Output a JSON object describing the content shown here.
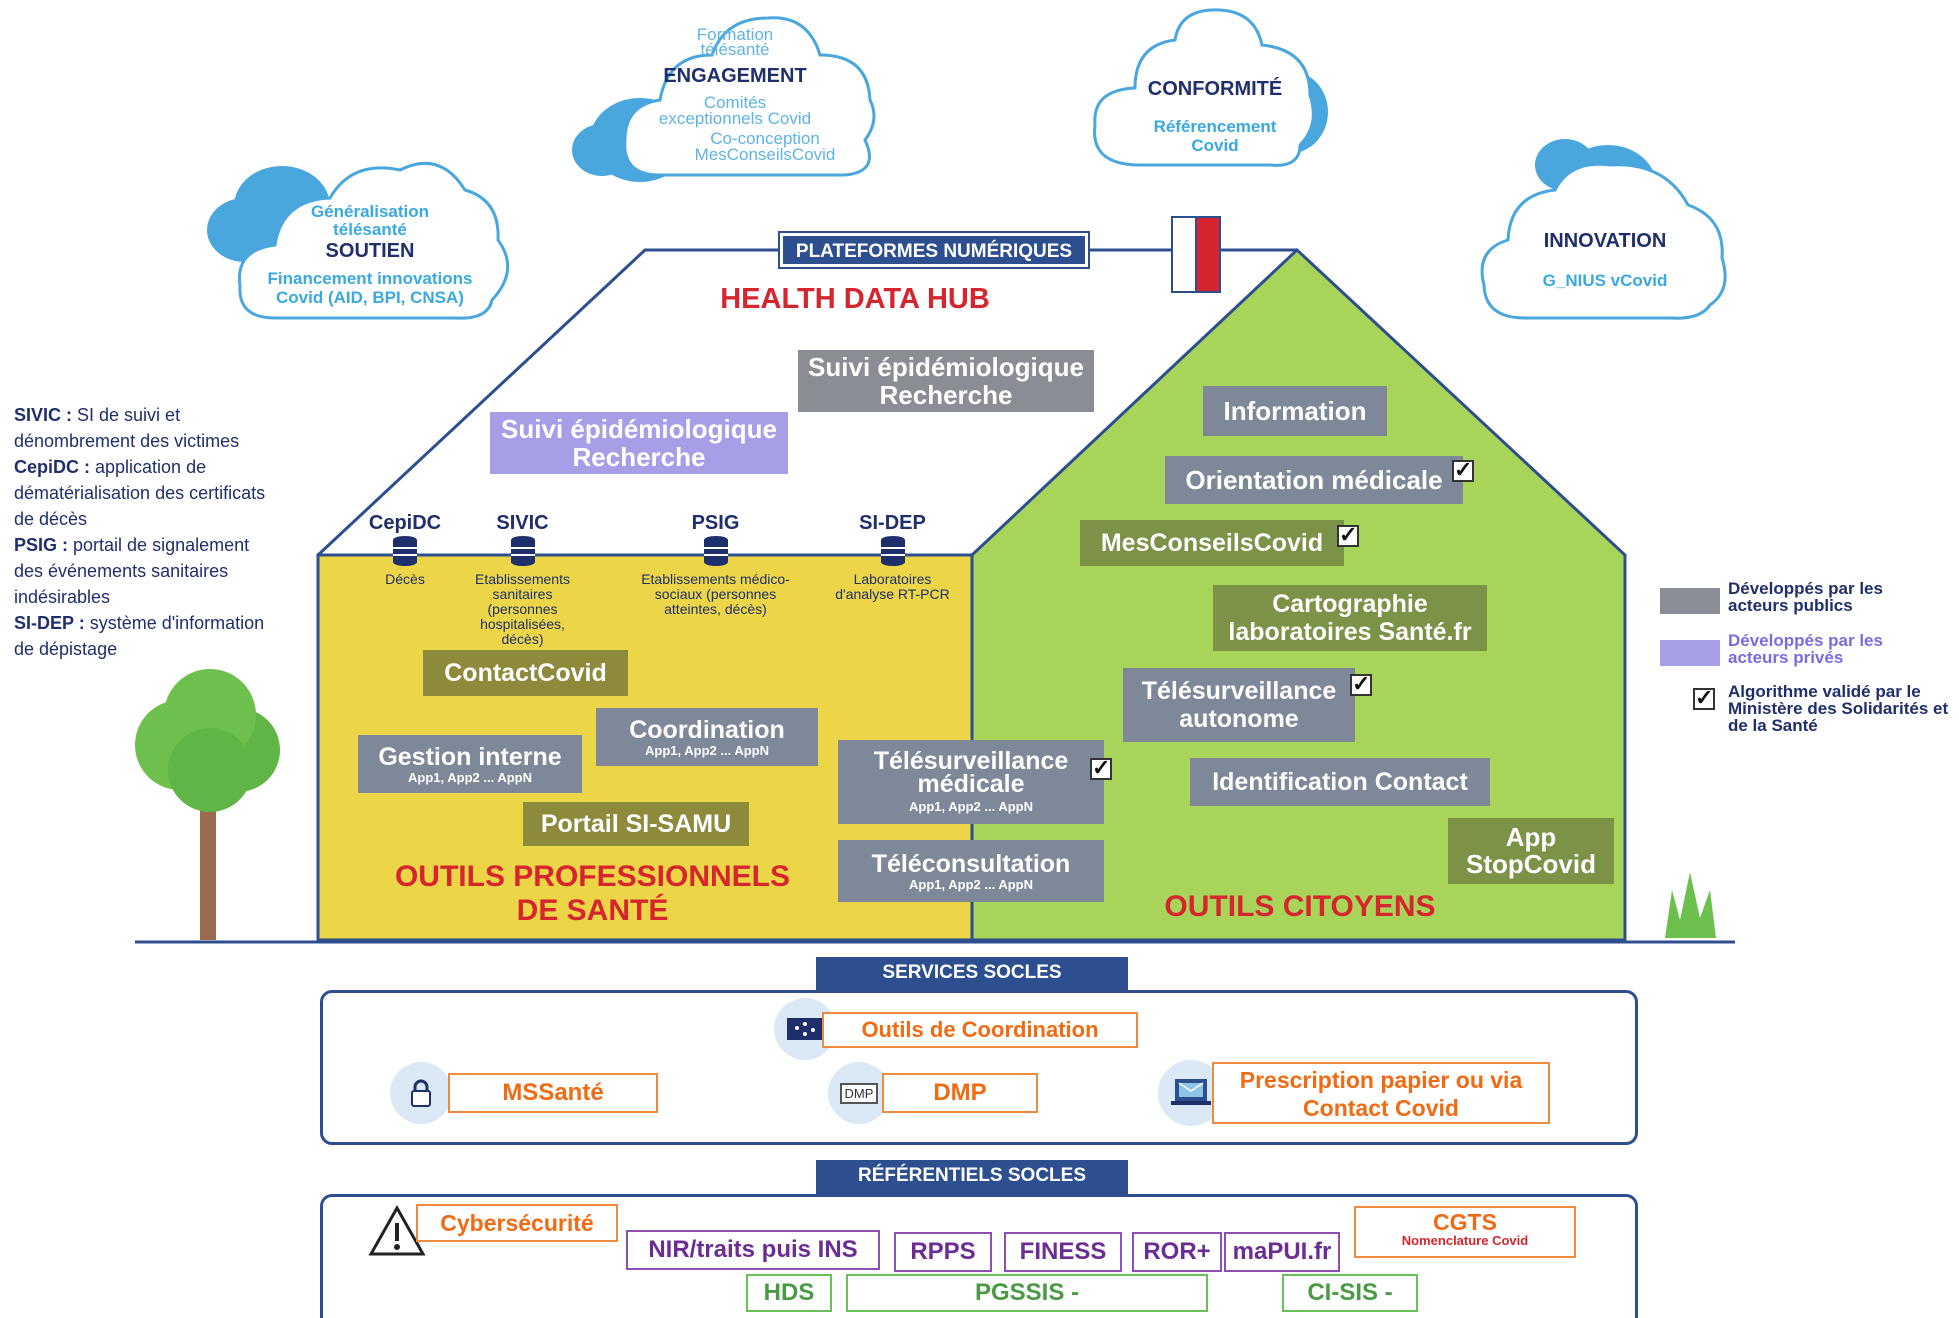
{
  "clouds": {
    "soutien": {
      "line1": "Généralisation",
      "line2": "télésanté",
      "title": "SOUTIEN",
      "line3": "Financement innovations",
      "line4": "Covid (AID, BPI, CNSA)"
    },
    "engagement": {
      "line1": "Formation",
      "line2": "télésanté",
      "title": "ENGAGEMENT",
      "line3": "Comités",
      "line4": "exceptionnels Covid",
      "line5": "Co-conception",
      "line6": "MesConseilsCovid"
    },
    "conformite": {
      "title": "CONFORMITÉ",
      "line1": "Référencement",
      "line2": "Covid"
    },
    "innovation": {
      "title": "INNOVATION",
      "line1": "G_NIUS vCovid"
    }
  },
  "house": {
    "roof_label": "PLATEFORMES NUMÉRIQUES",
    "hub_title": "HEALTH DATA HUB",
    "suivi_public": {
      "line1": "Suivi épidémiologique",
      "line2": "Recherche"
    },
    "suivi_prive": {
      "line1": "Suivi épidémiologique",
      "line2": "Recherche"
    },
    "databases": [
      {
        "name": "CepiDC",
        "desc": "Décès"
      },
      {
        "name": "SIVIC",
        "desc": "Etablissements sanitaires (personnes hospitalisées, décès)"
      },
      {
        "name": "PSIG",
        "desc": "Etablissements médico-sociaux (personnes atteintes, décès)"
      },
      {
        "name": "SI-DEP",
        "desc": "Laboratoires d'analyse RT-PCR"
      }
    ],
    "pro": {
      "contact_covid": "ContactCovid",
      "gestion": {
        "title": "Gestion interne",
        "sub": "App1, App2 ... AppN"
      },
      "coordination": {
        "title": "Coordination",
        "sub": "App1, App2 ... AppN"
      },
      "portail": "Portail SI-SAMU",
      "title_line1": "OUTILS PROFESSIONNELS",
      "title_line2": "DE SANTÉ"
    },
    "shared": {
      "telesurv_med": {
        "line1": "Télésurveillance",
        "line2": "médicale",
        "sub": "App1, App2 ... AppN"
      },
      "teleconsult": {
        "title": "Téléconsultation",
        "sub": "App1, App2 ... AppN"
      }
    },
    "citoyens": {
      "information": "Information",
      "orientation": "Orientation médicale",
      "mesconseils": "MesConseilsCovid",
      "cartographie": {
        "line1": "Cartographie",
        "line2": "laboratoires Santé.fr"
      },
      "telesurv_auto": {
        "line1": "Télésurveillance",
        "line2": "autonome"
      },
      "identification": "Identification Contact",
      "app": {
        "line1": "App",
        "line2": "StopCovid"
      },
      "title": "OUTILS CITOYENS"
    }
  },
  "definitions": [
    {
      "term": "SIVIC :",
      "text": " SI de suivi et"
    },
    {
      "term": "",
      "text": "dénombrement des victimes"
    },
    {
      "term": "CepiDC :",
      "text": " application de"
    },
    {
      "term": "",
      "text": "dématérialisation  des certificats"
    },
    {
      "term": "",
      "text": "de décès"
    },
    {
      "term": "PSIG :",
      "text": " portail de signalement"
    },
    {
      "term": "",
      "text": "des événements sanitaires"
    },
    {
      "term": "",
      "text": "indésirables"
    },
    {
      "term": "SI-DEP :",
      "text": " système d'information"
    },
    {
      "term": "",
      "text": "de dépistage"
    }
  ],
  "legend": {
    "public": {
      "line1": "Développés par les",
      "line2": "acteurs publics"
    },
    "private": {
      "line1": "Développés par les",
      "line2": "acteurs privés"
    },
    "validated": {
      "line1": "Algorithme validé par le",
      "line2": "Ministère des Solidarités et",
      "line3": "de la Santé"
    }
  },
  "services": {
    "title": "SERVICES SOCLES",
    "coordination": "Outils de Coordination",
    "mssante": "MSSanté",
    "dmp": "DMP",
    "dmp_icon_text": "DMP",
    "prescription": {
      "line1": "Prescription papier ou via",
      "line2": "Contact Covid"
    }
  },
  "referentiels": {
    "title": "RÉFÉRENTIELS SOCLES",
    "cyber": "Cybersécurité",
    "nir": "NIR/traits puis INS",
    "rpps": "RPPS",
    "finess": "FINESS",
    "ror": "ROR+",
    "mapui": "maPUI.fr",
    "cgts": {
      "title": "CGTS",
      "sub": "Nomenclature Covid"
    },
    "hds": "HDS",
    "pgssis": "PGSSIS -",
    "cisis": "CI-SIS -"
  },
  "colors": {
    "navy": "#1f2f6b",
    "red": "#d7252f",
    "yellow": "#ecd546",
    "green": "#a9d45a",
    "orange": "#f06b14",
    "sky": "#39a9e0"
  }
}
